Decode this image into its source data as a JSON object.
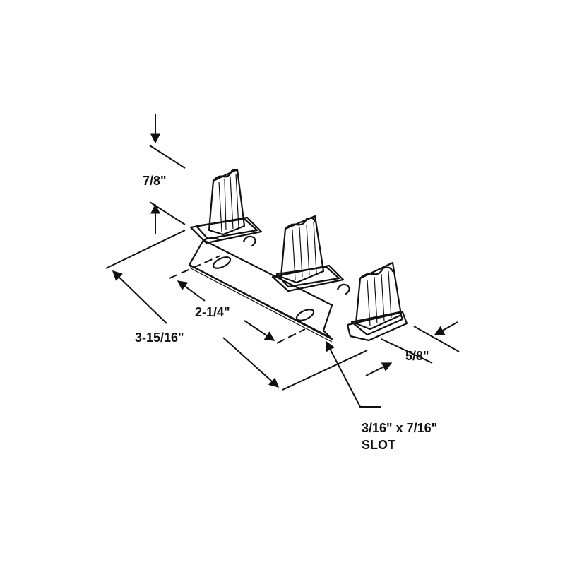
{
  "dimensions": {
    "height": "7/8\"",
    "overall_length": "3-15/16\"",
    "slot_spacing": "2-1/4\"",
    "width": "5/8\"",
    "slot_size": "3/16\" x 7/16\"",
    "slot_word": "SLOT"
  },
  "colors": {
    "line": "#111111",
    "background": "#ffffff",
    "fill": "#ffffff"
  }
}
